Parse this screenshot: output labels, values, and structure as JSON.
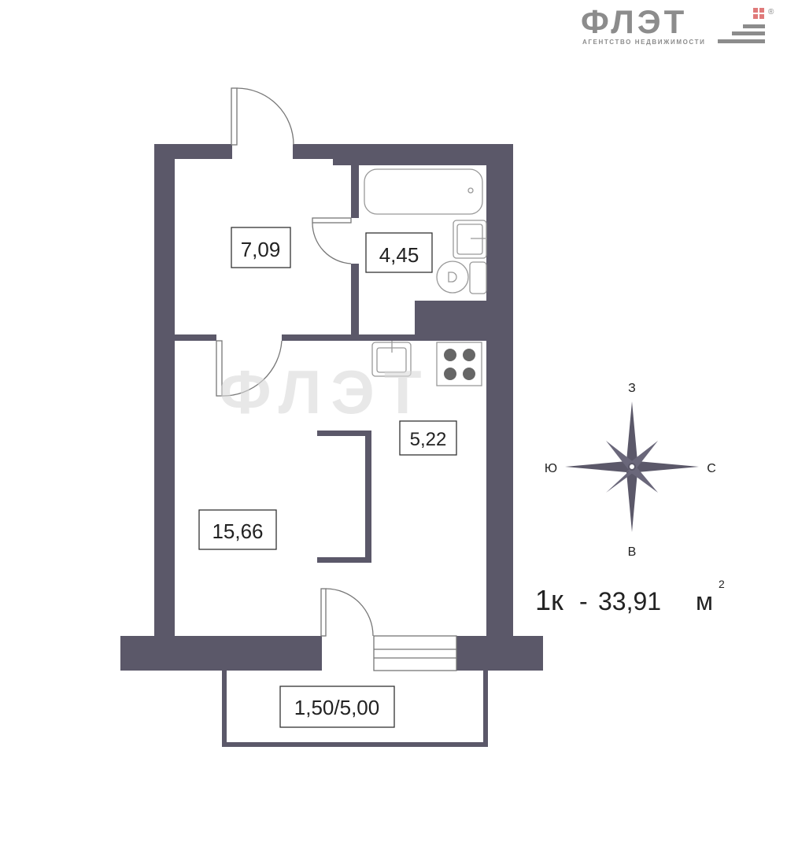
{
  "logo": {
    "name": "ФЛЭТ",
    "tagline": "АГЕНТСТВО НЕДВИЖИМОСТИ",
    "registered": "®"
  },
  "watermark": "ФЛЭТ",
  "rooms": {
    "hall": "7,09",
    "bathroom": "4,45",
    "kitchen": "5,22",
    "living": "15,66",
    "balcony": "1,50/5,00"
  },
  "compass": {
    "north": "З",
    "south": "В",
    "west": "Ю",
    "east": "С"
  },
  "summary": {
    "rooms": "1к",
    "dash": "-",
    "area": "33,91",
    "unit": "м",
    "unit_sup": "2"
  },
  "colors": {
    "wall": "#5b5869",
    "logo_gray": "#8c8c8c",
    "logo_red": "#e07a7a"
  }
}
